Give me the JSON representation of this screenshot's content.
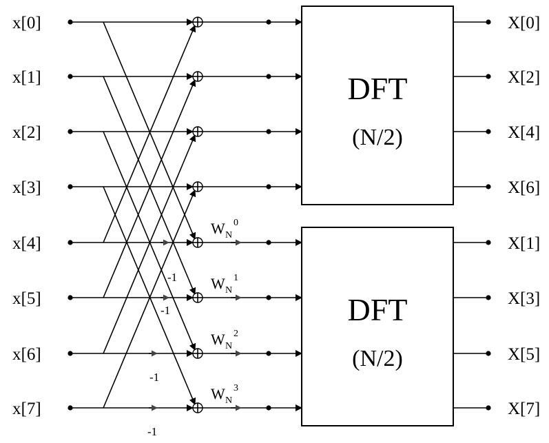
{
  "inputs": [
    "x[0]",
    "x[1]",
    "x[2]",
    "x[3]",
    "x[4]",
    "x[5]",
    "x[6]",
    "x[7]"
  ],
  "outputs_top": [
    "X[0]",
    "X[2]",
    "X[4]",
    "X[6]"
  ],
  "outputs_bottom": [
    "X[1]",
    "X[3]",
    "X[5]",
    "X[7]"
  ],
  "dft_top": {
    "title": "DFT",
    "subtitle": "(N/2)"
  },
  "dft_bottom": {
    "title": "DFT",
    "subtitle": "(N/2)"
  },
  "twiddles": [
    {
      "base": "W",
      "sub": "N",
      "sup": "0"
    },
    {
      "base": "W",
      "sub": "N",
      "sup": "1"
    },
    {
      "base": "W",
      "sub": "N",
      "sup": "2"
    },
    {
      "base": "W",
      "sub": "N",
      "sup": "3"
    }
  ],
  "negations": [
    "-1",
    "-1",
    "-1",
    "-1"
  ],
  "colors": {
    "line": "#000000",
    "arrow": "#444444",
    "background": "#ffffff"
  }
}
